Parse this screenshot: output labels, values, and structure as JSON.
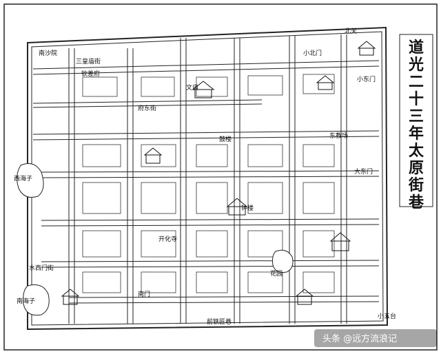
{
  "title": "道光二十三年太原街巷",
  "watermark": "头条 @远方流浪记",
  "labels": {
    "xiwu": "西海子",
    "nanhai": "南海子",
    "yangwenmen": "水西门街",
    "nanshafu": "南沙院",
    "sanwangfu": "三皇庙街",
    "guanfu": "钦差府",
    "fuyunjie": "府东街",
    "taiyuanmen": "大东门",
    "xiaodongmen": "小东门",
    "beijing": "北关",
    "xinbeimen": "小北门",
    "dongjiao": "东教场",
    "cuijia": "前铁匠巷",
    "nanjie": "南门",
    "kaihuasi": "开化寺",
    "wumiao": "文庙",
    "gulou": "鼓楼",
    "qinhuai": "钟楼",
    "dongshan": "小五台",
    "huayuan": "花园"
  }
}
